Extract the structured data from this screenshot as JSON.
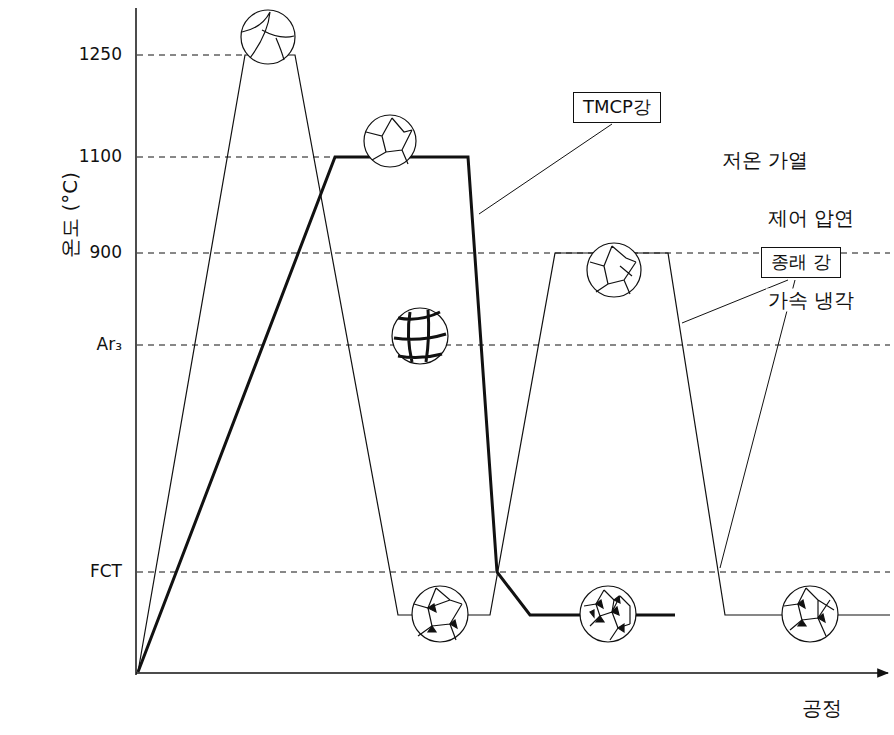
{
  "diagram": {
    "nodes": [
      {
        "text": [
          "TMCP강"
        ]
      },
      {
        "text": [
          "종래 강"
        ]
      }
    ],
    "labels": [
      "온도 (°C)",
      "1250",
      "1100",
      "900",
      "Ar₃",
      "FCT",
      "저온 가열",
      "제어 압연",
      "가속 냉각",
      "공정"
    ]
  }
}
